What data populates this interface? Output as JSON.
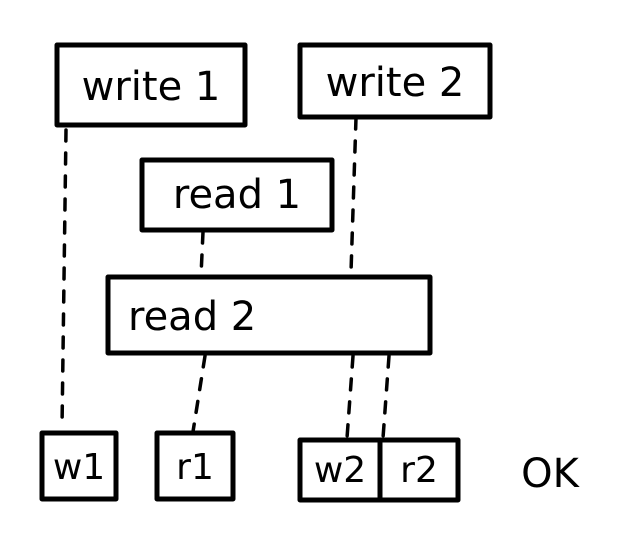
{
  "operations": {
    "write1": "write 1",
    "write2": "write 2",
    "read1": "read 1",
    "read2": "read 2"
  },
  "timeline": {
    "w1": "w1",
    "r1": "r1",
    "w2": "w2",
    "r2": "r2"
  },
  "result": "OK"
}
